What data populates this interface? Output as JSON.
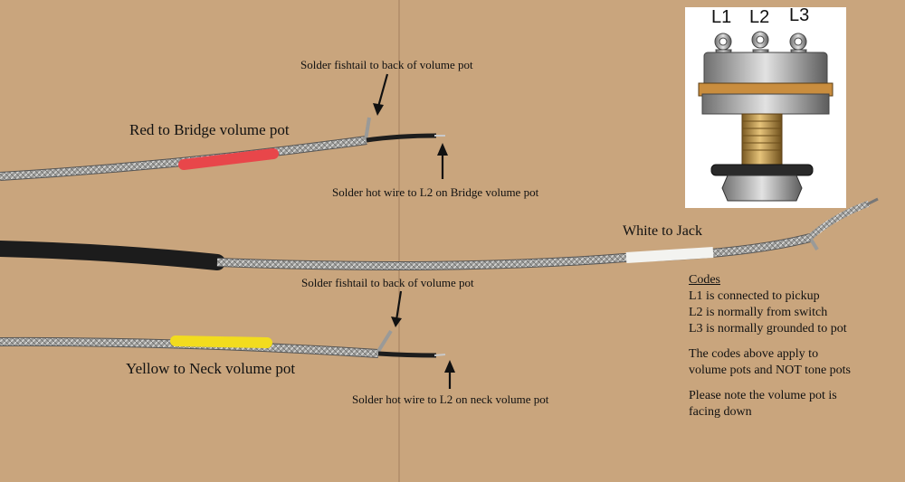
{
  "labels": {
    "red_wire": "Red to Bridge volume pot",
    "yellow_wire": "Yellow to Neck volume pot",
    "white_wire": "White to Jack",
    "fishtail_top": "Solder fishtail to back of volume pot",
    "hot_top": "Solder hot wire to L2 on Bridge volume pot",
    "fishtail_bottom": "Solder fishtail to back of volume pot",
    "hot_bottom": "Solder hot wire to L2 on neck volume pot"
  },
  "pot_lugs": [
    "L1",
    "L2",
    "L3"
  ],
  "codes": {
    "title": "Codes",
    "lines": [
      "L1 is connected to pickup",
      "L2 is normally from switch",
      "L3 is normally grounded to pot"
    ],
    "note1": [
      "The codes above apply to",
      "volume pots and NOT tone pots"
    ],
    "note2": [
      "Please note the volume pot is",
      "facing down"
    ]
  },
  "colors": {
    "cardboard": "#c9a57d",
    "red_sleeve": "#e8464a",
    "yellow_sleeve": "#f2dc1e",
    "white_sleeve": "#f3f3f0",
    "braid": "#a8a8a8",
    "black_jacket": "#1c1c1c"
  }
}
